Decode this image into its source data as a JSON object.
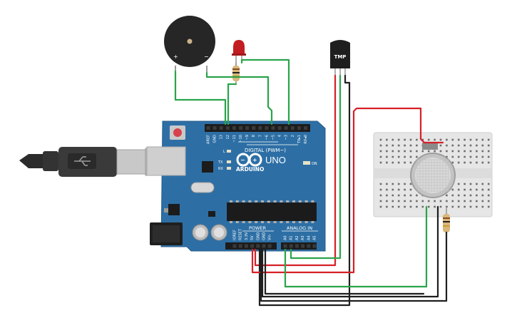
{
  "board": {
    "brand": "ARDUINO",
    "model": "UNO",
    "digital_header_label": "DIGITAL (PWM~)",
    "power_label": "POWER",
    "analog_label": "ANALOG IN",
    "on_label": "ON",
    "led_l_label": "L",
    "led_tx_label": "TX",
    "led_rx_label": "RX",
    "digital_pins": [
      "AREF",
      "GND",
      "13",
      "12",
      "~11",
      "~10",
      "~9",
      "8",
      "7",
      "~6",
      "~5",
      "4",
      "~3",
      "2",
      "TX▸1",
      "RX◂0"
    ],
    "power_pins": [
      "IOREF",
      "RESET",
      "3.3V",
      "5V",
      "GND",
      "GND",
      "Vin"
    ],
    "analog_pins": [
      "A0",
      "A1",
      "A2",
      "A3",
      "A4",
      "A5"
    ]
  },
  "components": {
    "buzzer": {
      "plus": "+",
      "minus": "−"
    },
    "tmp_sensor": {
      "label": "TMP"
    }
  },
  "colors": {
    "board": "#2d6fa5",
    "red_wire": "#d62027",
    "black_wire": "#1f1f1f",
    "green_wire": "#2aa44a"
  }
}
